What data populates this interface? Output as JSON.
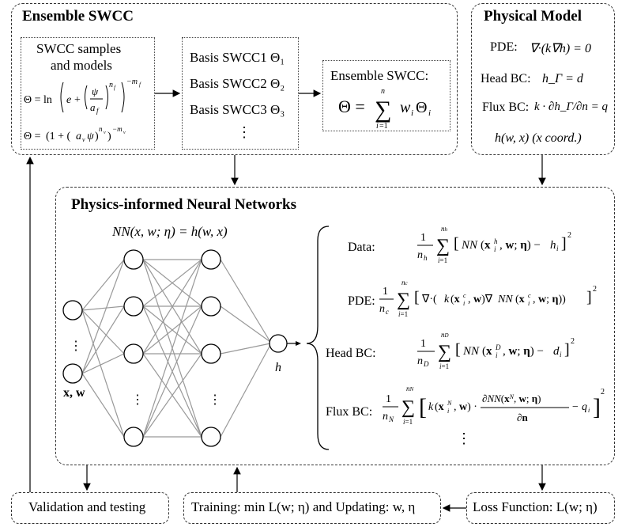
{
  "ensemble": {
    "title": "Ensemble SWCC",
    "samples_line1": "SWCC samples",
    "samples_line2": "and models",
    "eq1": "Θ = ln[ e + (ψ/a_f)^n_f ]^(−m_f)",
    "eq2": "Θ = (1 + (a_v ψ)^n_v)^(−m_v)",
    "basis": [
      "Basis SWCC1 Θ₁",
      "Basis SWCC2 Θ₂",
      "Basis SWCC3 Θ₃"
    ],
    "basis_more": "⋮",
    "ensemble_label": "Ensemble SWCC:",
    "ensemble_eq": "Θ = Σ_{i=1}^{n} w_i Θ_i"
  },
  "physical": {
    "title": "Physical Model",
    "pde_label": "PDE:",
    "pde_eq": "∇·(k∇h) = 0",
    "head_label": "Head BC:",
    "head_eq": "h_Γ = d",
    "flux_label": "Flux BC:",
    "flux_eq": "k · ∂h_Γ/∂n = q",
    "coord": "h(w, x) (x coord.)"
  },
  "pinn": {
    "title": "Physics-informed Neural Networks",
    "nn_eq": "NN(x, w; η) = h(w, x)",
    "input_label": "x, w",
    "output_label": "h",
    "dots": "⋮",
    "losses": [
      {
        "label": "Data:",
        "eq": "(1/n_h) Σ_{i=1}^{n_h} [ NN(x_i^h, w; η) − h_i ]²"
      },
      {
        "label": "PDE:",
        "eq": "(1/n_c) Σ_{i=1}^{n_c} [ ∇·( k(x_i^c, w) ∇NN(x_i^c, w; η) ) ]²"
      },
      {
        "label": "Head BC:",
        "eq": "(1/n_D) Σ_{i=1}^{n_D} [ NN(x_i^D, w; η) − d_i ]²"
      },
      {
        "label": "Flux BC:",
        "eq": "(1/n_N) Σ_{i=1}^{n_N} [ k(x_i^N, w) · ∂NN(x_i^N, w; η)/∂n − q_i ]²"
      }
    ]
  },
  "bottom": {
    "validation": "Validation and testing",
    "training": "Training: min L(w; η) and Updating: w, η",
    "loss": "Loss Function: L(w; η)"
  }
}
